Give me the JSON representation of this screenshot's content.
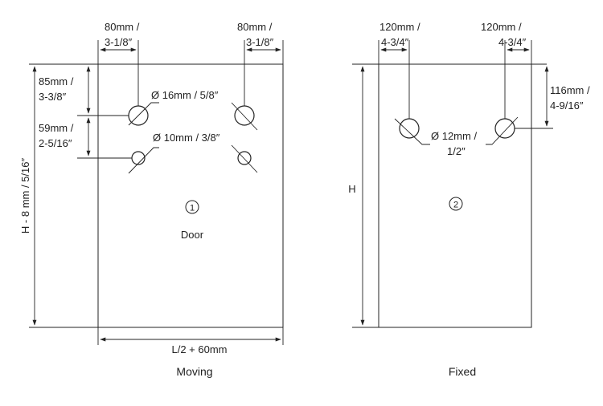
{
  "moving": {
    "caption": "Moving",
    "panel_label": "Door",
    "panel_number": "1",
    "left_offset": {
      "mm": "80mm /",
      "in": "3-1/8″"
    },
    "right_offset": {
      "mm": "80mm /",
      "in": "3-1/8″"
    },
    "top_drop": {
      "mm": "85mm /",
      "in": "3-3/8″"
    },
    "hole_spacing": {
      "mm": "59mm /",
      "in": "2-5/16″"
    },
    "large_hole": "Ø 16mm / 5/8″",
    "small_hole": "Ø 10mm / 3/8″",
    "height": "H - 8 mm / 5/16″",
    "width": "L/2 + 60mm"
  },
  "fixed": {
    "caption": "Fixed",
    "panel_number": "2",
    "left_offset": {
      "mm": "120mm /",
      "in": "4-3/4″"
    },
    "right_offset": {
      "mm": "120mm /",
      "in": "4-3/4″"
    },
    "top_drop": {
      "mm": "116mm /",
      "in": "4-9/16″"
    },
    "hole": {
      "mm": "Ø 12mm /",
      "in": "1/2″"
    },
    "height": "H"
  }
}
